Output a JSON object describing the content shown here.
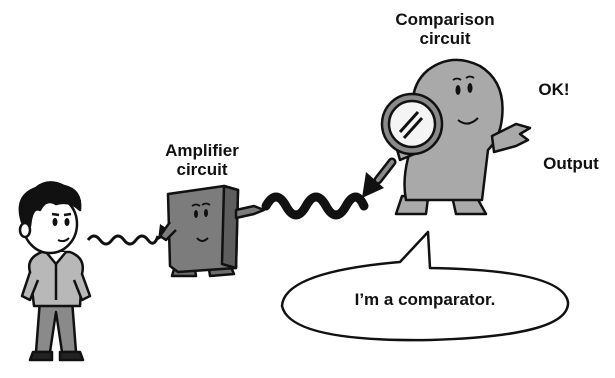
{
  "amplifier": {
    "line1": "Amplifier",
    "line2": "circuit"
  },
  "comparison": {
    "line1": "Comparison",
    "line2": "circuit"
  },
  "status": "OK!",
  "output": "Output",
  "speech": "I’m a comparator.",
  "colors": {
    "ink": "#111111",
    "figure_gray": "#a9a9a9",
    "dark_gray": "#6e6e6e",
    "background": "#ffffff"
  }
}
